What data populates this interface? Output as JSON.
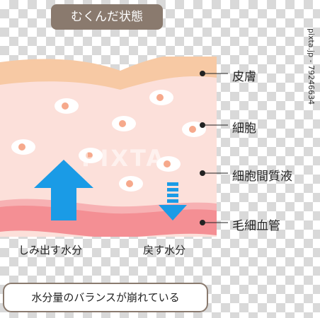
{
  "title": "むくんだ状態",
  "layers": [
    {
      "id": "skin",
      "label": "皮膚"
    },
    {
      "id": "cell",
      "label": "細胞"
    },
    {
      "id": "interstitial",
      "label": "細胞間質液"
    },
    {
      "id": "capillary",
      "label": "毛細血管"
    }
  ],
  "flows": {
    "out": "しみ出す水分",
    "back": "戻す水分"
  },
  "caption": "水分量のバランスが崩れている",
  "watermark": {
    "center": "PIXTA",
    "side": "pixta.jp - 79246634"
  },
  "colors": {
    "badge": "#8a7a6e",
    "skin": "#f7c9a4",
    "tissue": "#fce0da",
    "vessel": "#f48f94",
    "arrow": "#1a9be6",
    "nucleus": "#f6a98c"
  }
}
